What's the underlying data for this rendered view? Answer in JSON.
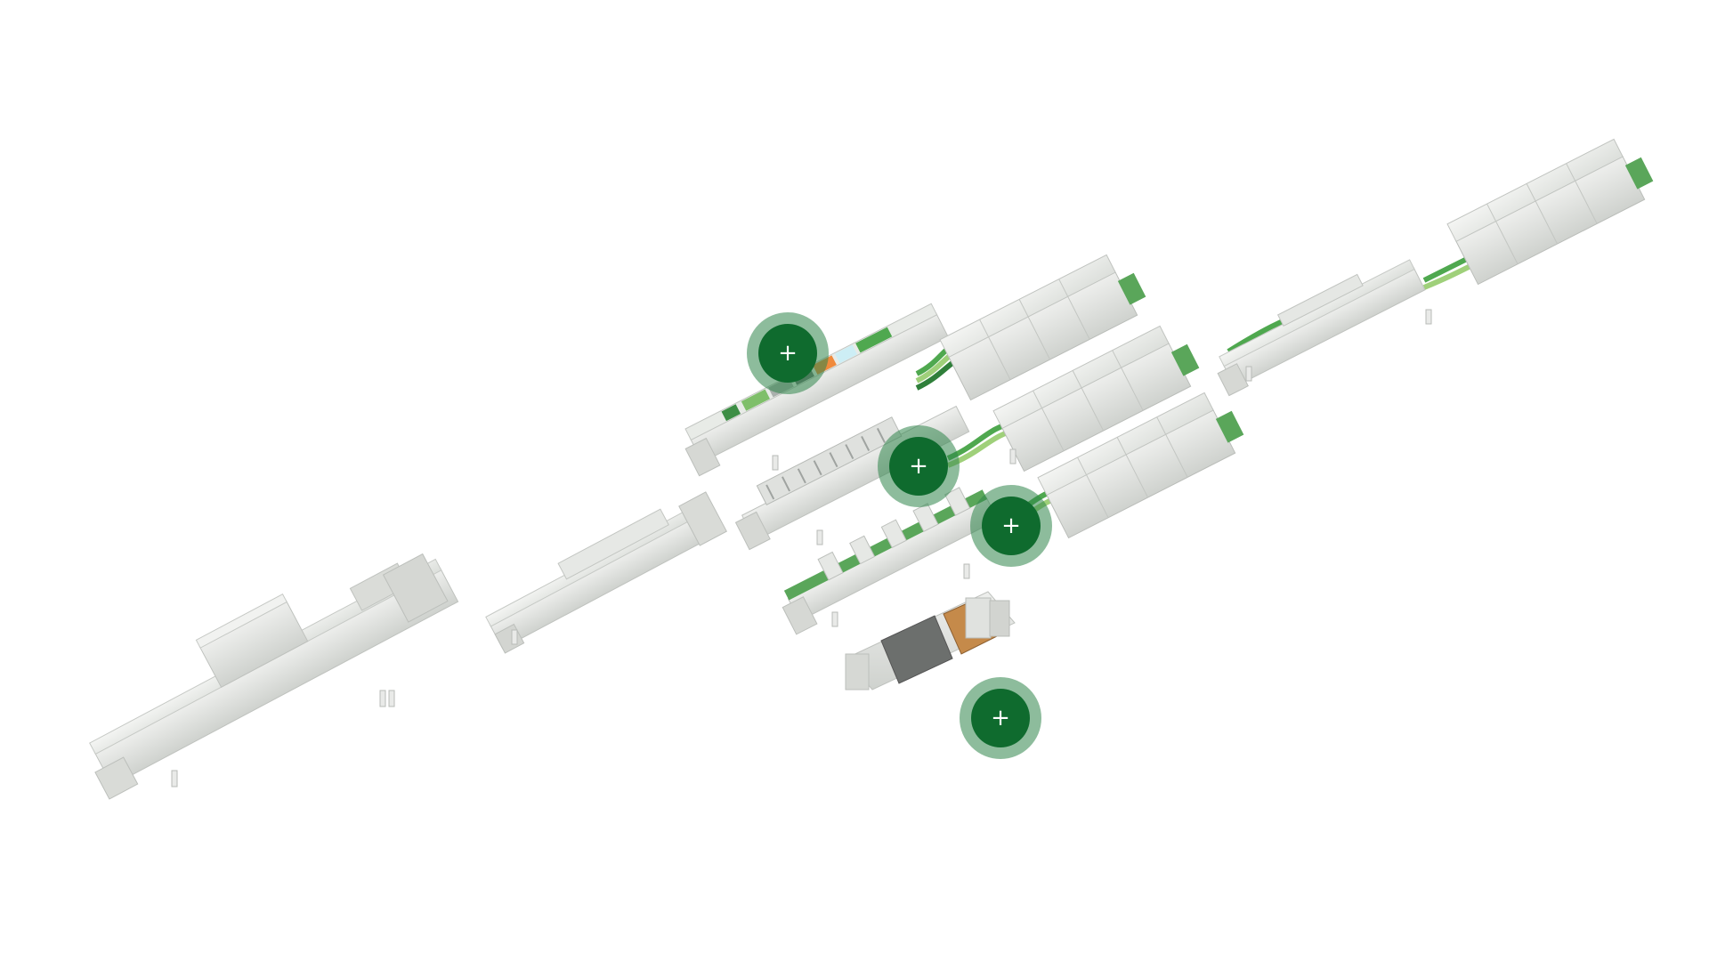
{
  "view": {
    "background_color": "#ffffff",
    "machine_body_color": "#e2e4e1",
    "machine_shadow_color": "#c9ccc8",
    "belt_colors": [
      "#4fa84f",
      "#2f7f3a",
      "#9fd07a",
      "#e9eed9"
    ],
    "accent_orange": "#f08a3c",
    "accent_cyan": "#cdeef5"
  },
  "hotspots": {
    "accent_ring": "rgba(47,133,74,0.55)",
    "accent_core": "#0f6b2e",
    "icon": "plus-icon",
    "items": [
      {
        "id": "hotspot-1",
        "label": "+"
      },
      {
        "id": "hotspot-2",
        "label": "+"
      },
      {
        "id": "hotspot-3",
        "label": "+"
      },
      {
        "id": "hotspot-4",
        "label": "+"
      }
    ]
  }
}
